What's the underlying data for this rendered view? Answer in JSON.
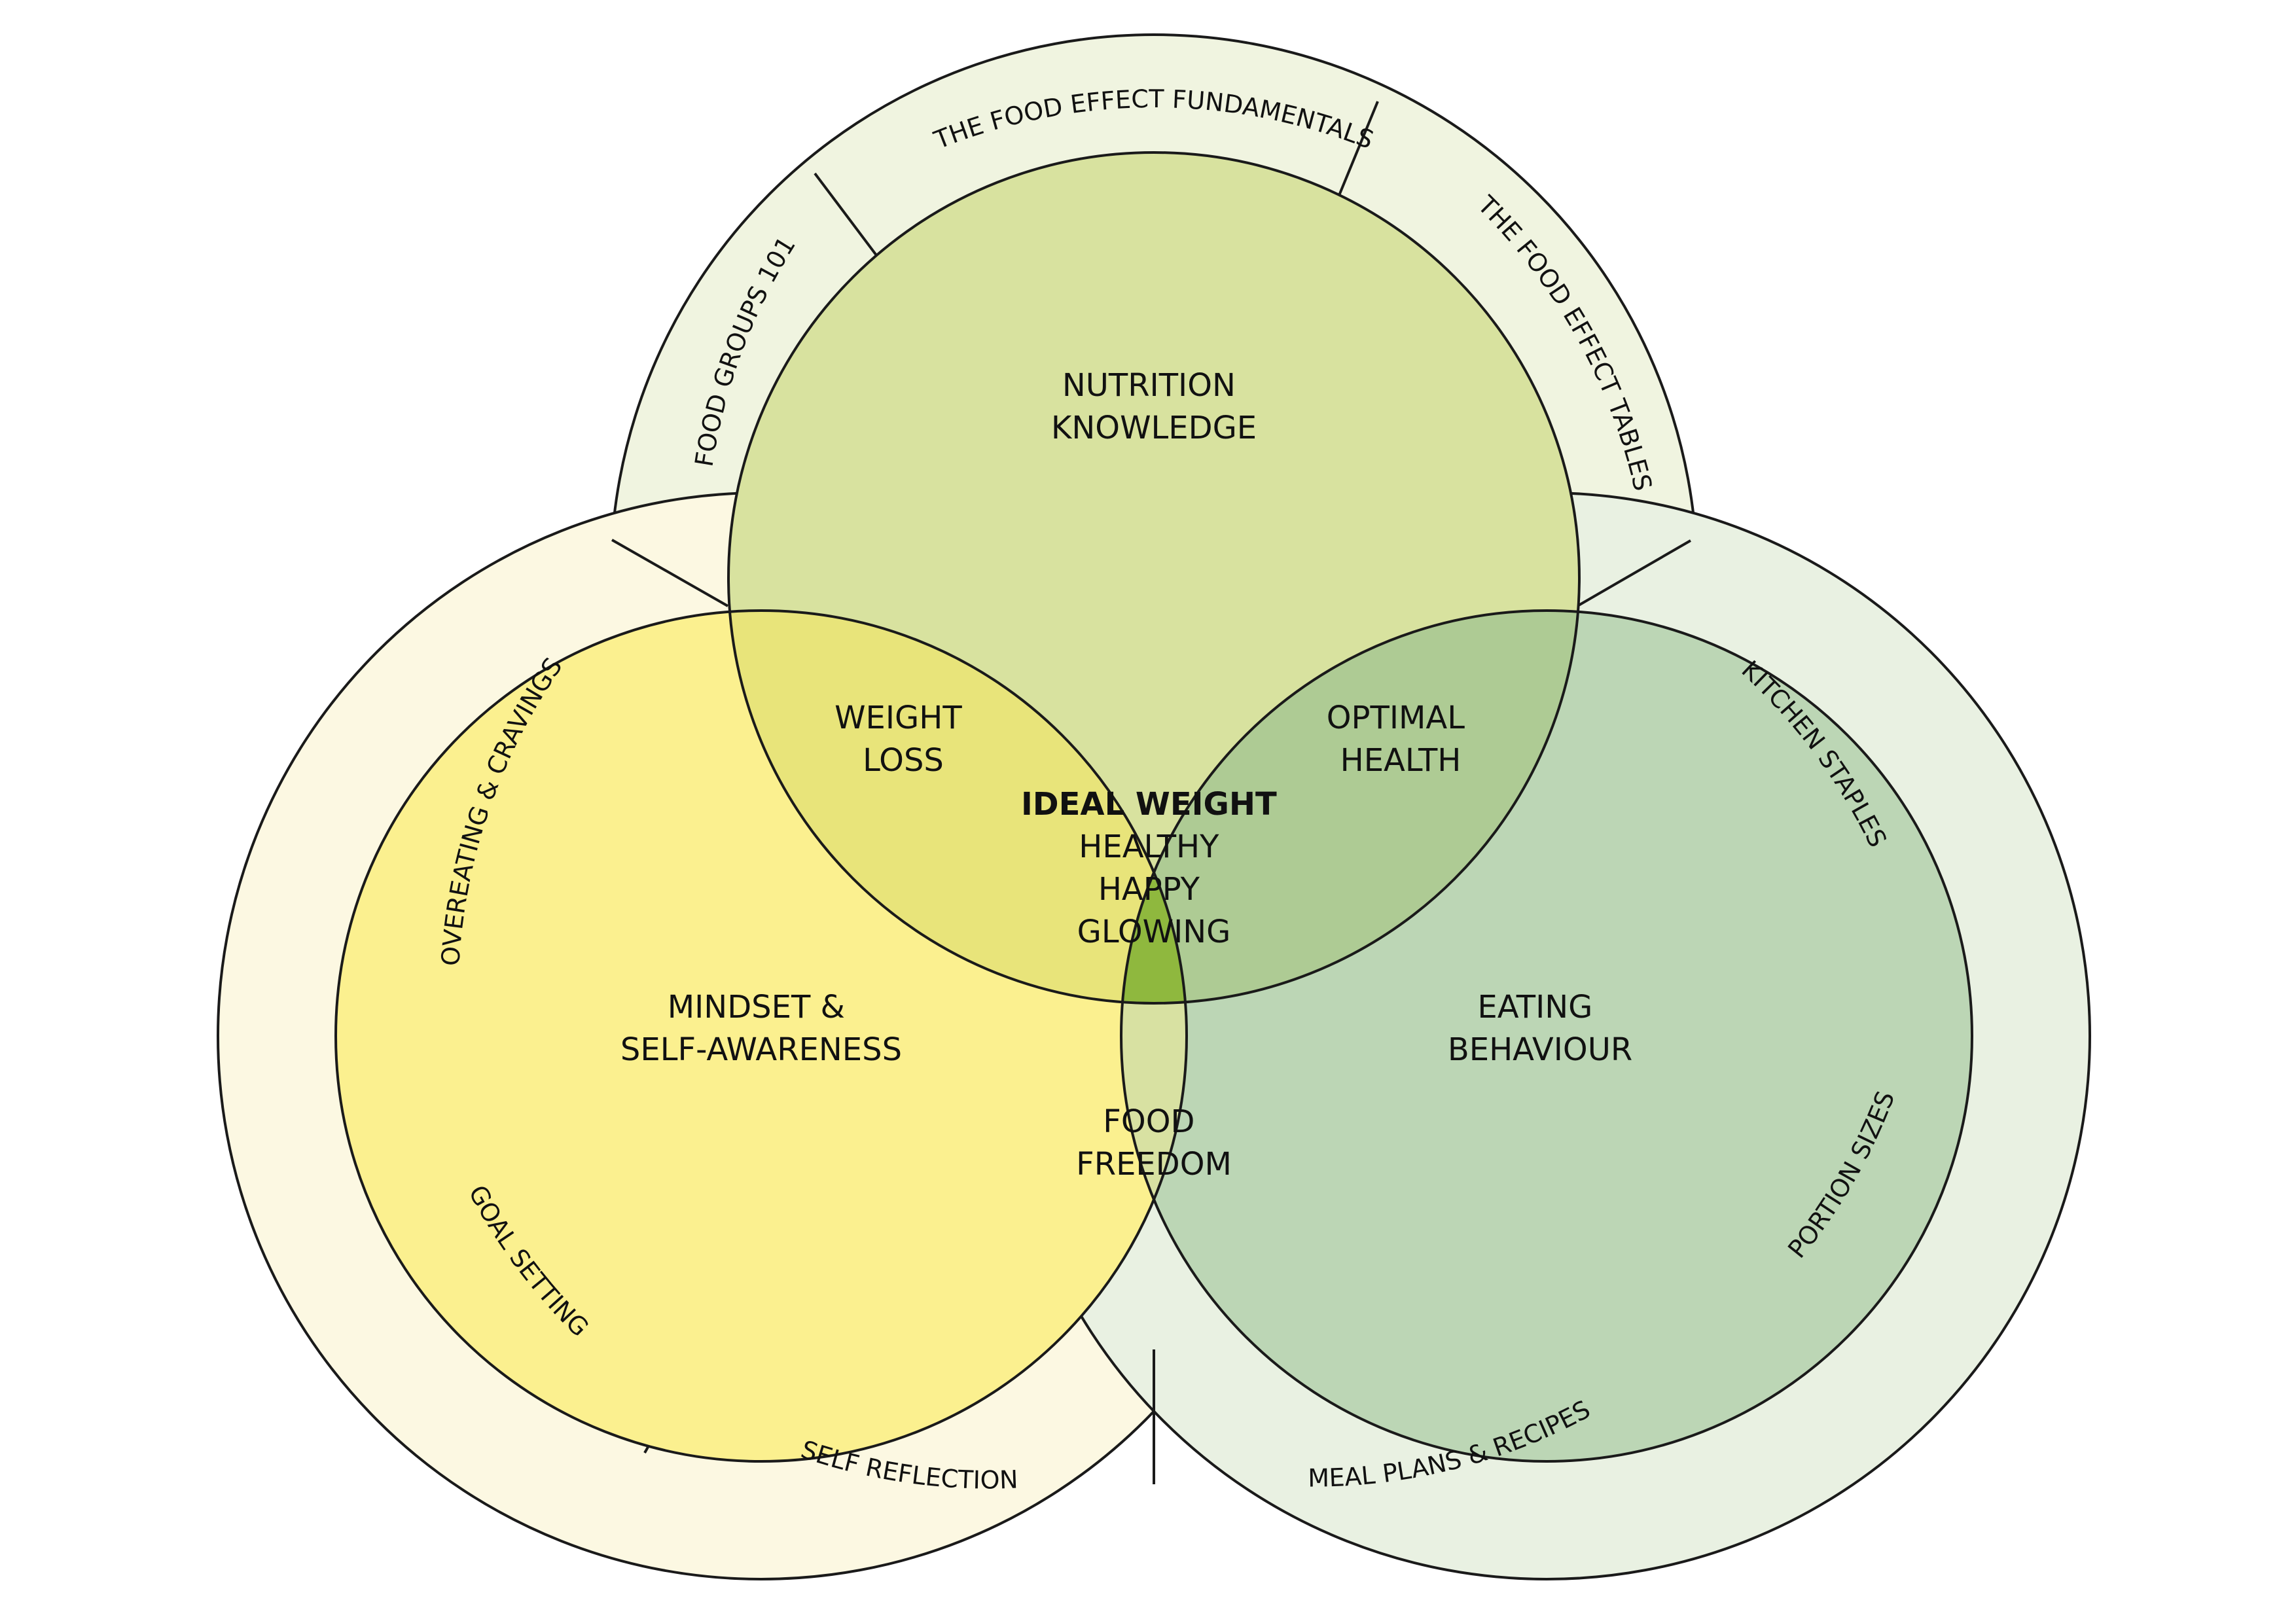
{
  "colors": {
    "ring_top": "#f0f4e0",
    "ring_left": "#fcf8e2",
    "ring_right": "#e9f1e2",
    "circle_nutrition": "#d8e29f",
    "circle_mindset": "#fbf08f",
    "circle_eating": "#bcd6b5",
    "overlap_weight_loss": "#e8e47a",
    "overlap_optimal_health": "#aecb94",
    "overlap_food_freedom": "#d8e1a2",
    "center": "#8fb83e",
    "stroke": "#1a1a1a"
  },
  "circles": {
    "nutrition": [
      "NUTRITION",
      "KNOWLEDGE"
    ],
    "mindset": [
      "MINDSET &",
      "SELF-AWARENESS"
    ],
    "eating": [
      "EATING",
      "BEHAVIOUR"
    ]
  },
  "overlaps": {
    "weight_loss": [
      "WEIGHT",
      "LOSS"
    ],
    "optimal_health": [
      "OPTIMAL",
      "HEALTH"
    ],
    "food_freedom": [
      "FOOD",
      "FREEDOM"
    ]
  },
  "center": {
    "title": "IDEAL WEIGHT",
    "lines": [
      "HEALTHY",
      "HAPPY",
      "GLOWING"
    ]
  },
  "ring_labels": {
    "fundamentals": "THE FOOD EFFECT FUNDAMENTALS",
    "food_groups": "FOOD GROUPS 101",
    "food_effect_tables": "THE FOOD EFFECT TABLES",
    "kitchen_staples": "KITCHEN STAPLES",
    "portion_sizes": "PORTION SIZES",
    "meal_plans": "MEAL PLANS & RECIPES",
    "overeating": "OVEREATING & CRAVINGS",
    "goal_setting": "GOAL SETTING",
    "self_reflection": "SELF REFLECTION"
  }
}
